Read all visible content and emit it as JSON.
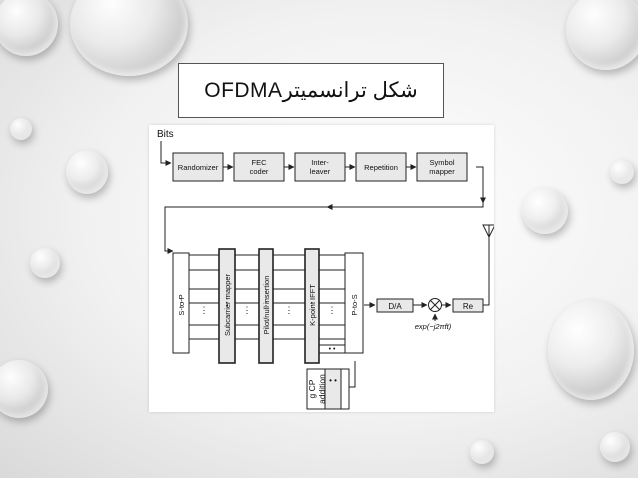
{
  "slide": {
    "title": "شکل ترانسمیترOFDMA"
  },
  "diagram": {
    "bits_label": "Bits",
    "top_chain": [
      [
        "Randomizer"
      ],
      [
        "FEC",
        "coder"
      ],
      [
        "Inter-",
        "leaver"
      ],
      [
        "Repetition"
      ],
      [
        "Symbol",
        "mapper"
      ]
    ],
    "vertical_blocks": [
      "S-to-P",
      "Subcarrier mapper",
      "Pilot/null insertion",
      "K-point IFFT",
      "P-to-S"
    ],
    "cp_block": [
      "g CP",
      "addition"
    ],
    "da_label": "D/A",
    "re_label": "Re",
    "exp_label": "exp(−j2πft)"
  },
  "colors": {
    "block_fill": "#e9e9e9",
    "stroke": "#222222",
    "title_border": "#555555"
  }
}
